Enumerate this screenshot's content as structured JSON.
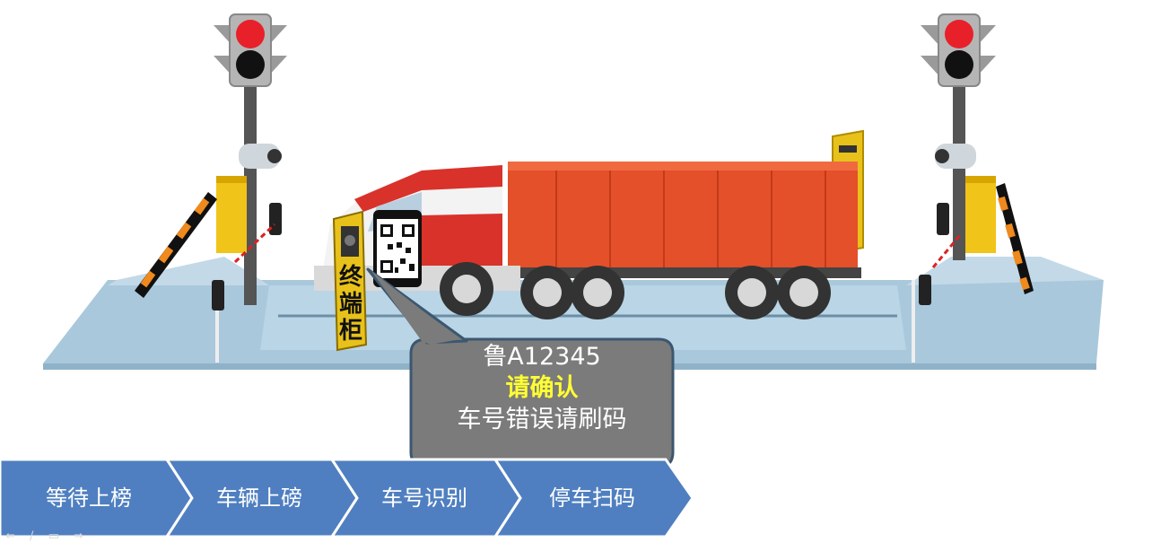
{
  "bubble": {
    "plate": "鲁A12345",
    "confirm": "请确认",
    "error": "车号错误请刷码"
  },
  "kiosk": {
    "label_chars": [
      "终",
      "端",
      "柜"
    ]
  },
  "steps": [
    {
      "label": "等待上榜"
    },
    {
      "label": "车辆上磅"
    },
    {
      "label": "车号识别"
    },
    {
      "label": "停车扫码"
    }
  ],
  "playback_controls": {
    "icons": [
      "prev-icon",
      "pen-icon",
      "menu-icon",
      "next-icon"
    ],
    "glyphs": [
      "⇐",
      "∕",
      "▭",
      "⇒"
    ]
  },
  "colors": {
    "platform": "#a9c8dc",
    "truck_container": "#e3502a",
    "truck_cab": "#d9322a",
    "kiosk": "#e8c21a",
    "bubble": "#7b7b7b",
    "chevron": "#4f7fc0",
    "traffic_red": "#e8202a"
  }
}
